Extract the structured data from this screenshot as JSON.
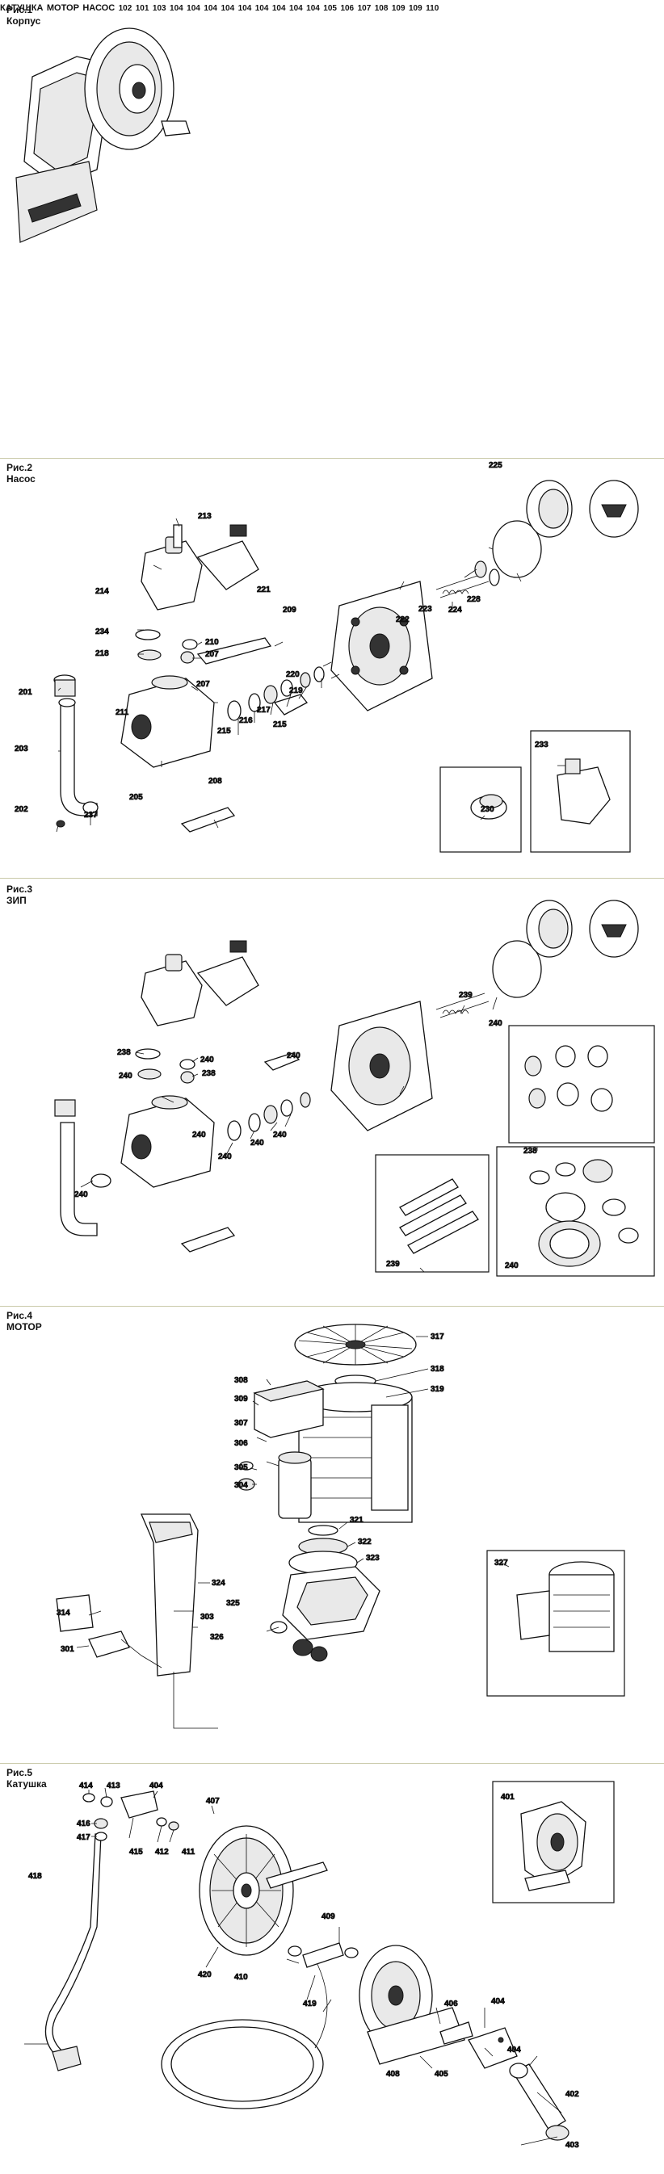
{
  "figures": [
    {
      "id": "fig1",
      "number": "Рис.1",
      "name": "Корпус",
      "callouts": [
        "КАТУШКА",
        "МОТОР",
        "НАСОС"
      ],
      "parts": [
        "101",
        "102",
        "103",
        "104",
        "104",
        "104",
        "104",
        "104",
        "104",
        "104",
        "104",
        "104",
        "105",
        "106",
        "107",
        "108",
        "109",
        "109",
        "110"
      ]
    },
    {
      "id": "fig2",
      "number": "Рис.2",
      "name": "Насос",
      "parts": [
        "201",
        "202",
        "203",
        "205",
        "207",
        "207",
        "208",
        "209",
        "210",
        "211",
        "213",
        "214",
        "215",
        "215",
        "216",
        "217",
        "218",
        "219",
        "220",
        "221",
        "222",
        "223",
        "224",
        "225",
        "228",
        "230",
        "233",
        "234",
        "237"
      ]
    },
    {
      "id": "fig3",
      "number": "Рис.3",
      "name": "ЗИП",
      "parts": [
        "238",
        "238",
        "238",
        "239",
        "239",
        "240",
        "240",
        "240",
        "240",
        "240",
        "240",
        "240",
        "240",
        "240",
        "240"
      ]
    },
    {
      "id": "fig4",
      "number": "Рис.4",
      "name": "МОТОР",
      "parts": [
        "301",
        "303",
        "304",
        "305",
        "306",
        "307",
        "308",
        "309",
        "314",
        "317",
        "318",
        "319",
        "321",
        "322",
        "323",
        "324",
        "325",
        "326",
        "327"
      ]
    },
    {
      "id": "fig5",
      "number": "Рис.5",
      "name": "Катушка",
      "parts": [
        "401",
        "402",
        "403",
        "404",
        "404",
        "404",
        "405",
        "406",
        "407",
        "408",
        "409",
        "410",
        "411",
        "412",
        "413",
        "414",
        "415",
        "416",
        "417",
        "418",
        "419",
        "420"
      ]
    }
  ]
}
